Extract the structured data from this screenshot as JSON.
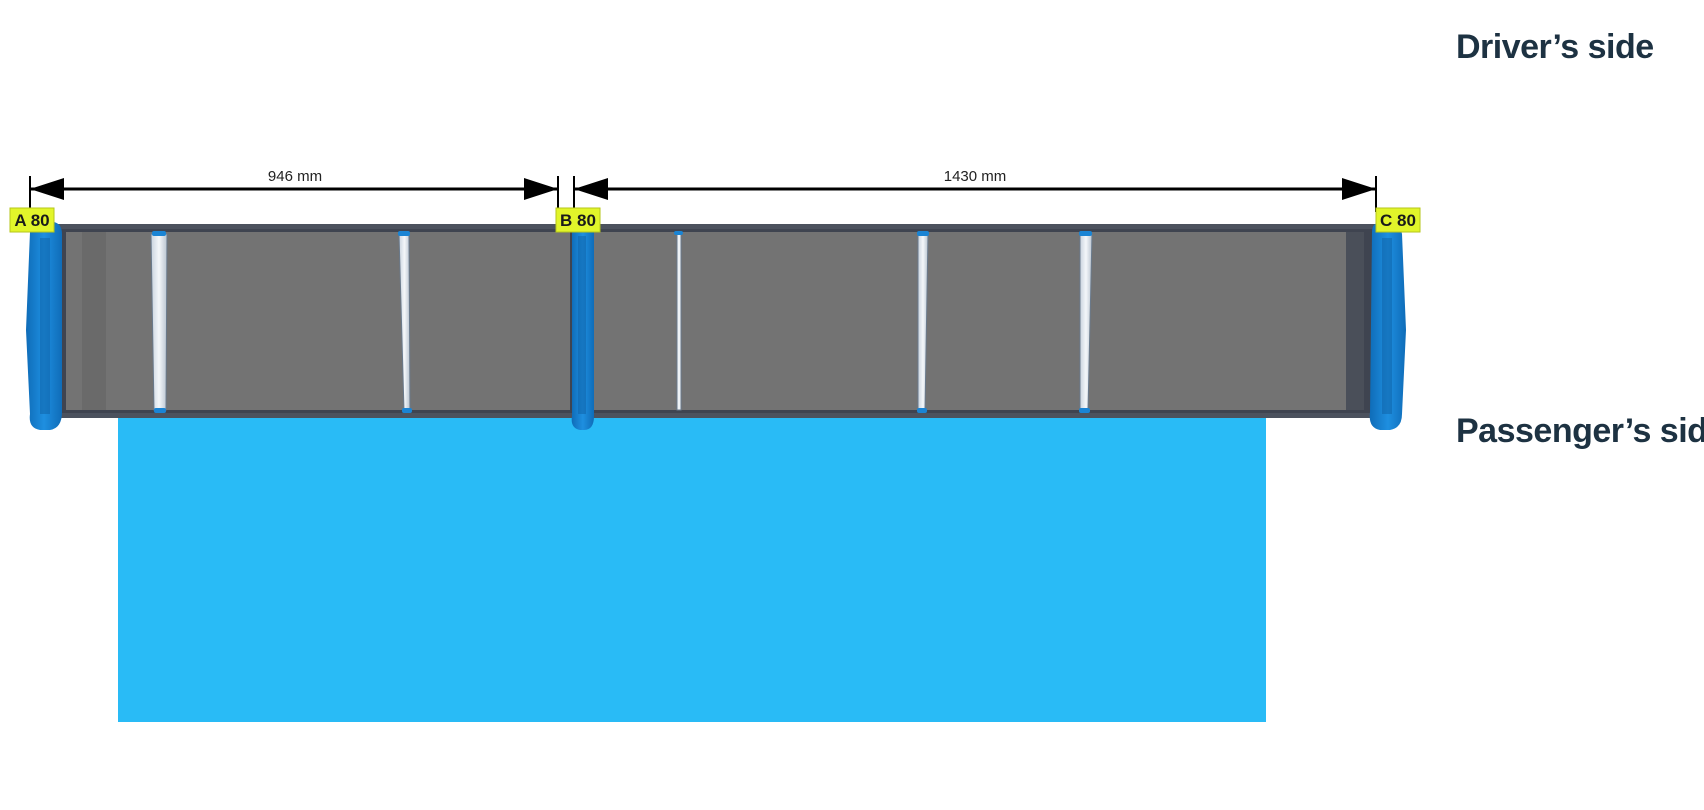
{
  "labels": {
    "driver_side": "Driver’s side",
    "passenger_side": "Passenger’s side"
  },
  "dimensions": [
    {
      "text": "946 mm"
    },
    {
      "text": "1430 mm"
    }
  ],
  "tags": [
    {
      "text": "A 80"
    },
    {
      "text": "B 80"
    },
    {
      "text": "C 80"
    }
  ],
  "colors": {
    "tag_bg": "#e2f52a",
    "rail_blue": "#1a84d4",
    "panel_gray": "#727272",
    "frame_dark": "#3f4450",
    "area_blue": "#29bbf6",
    "text_dark": "#1d3242"
  }
}
